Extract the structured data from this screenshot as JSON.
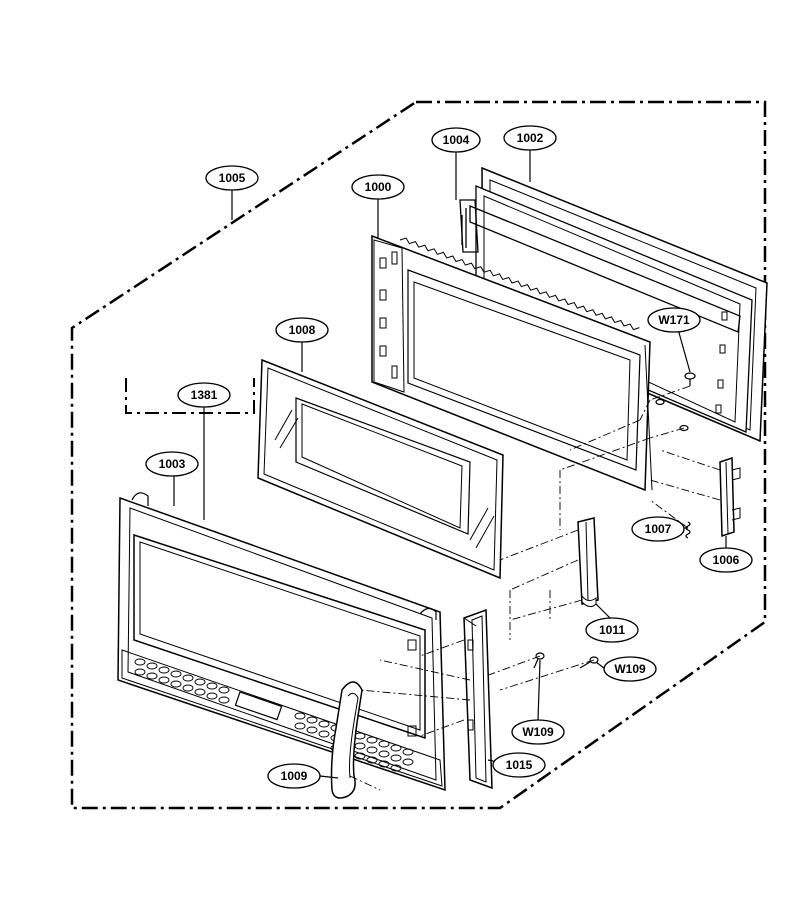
{
  "labels": {
    "p1005": "1005",
    "p1004": "1004",
    "p1002": "1002",
    "p1000": "1000",
    "p1008": "1008",
    "p1381": "1381",
    "p1003": "1003",
    "pW171": "W171",
    "p1007": "1007",
    "p1006": "1006",
    "p1011": "1011",
    "pW109a": "W109",
    "pW109b": "W109",
    "p1015": "1015",
    "p1009": "1009"
  },
  "colors": {
    "line": "#000000",
    "background": "#ffffff",
    "label_fill": "#ffffff"
  }
}
